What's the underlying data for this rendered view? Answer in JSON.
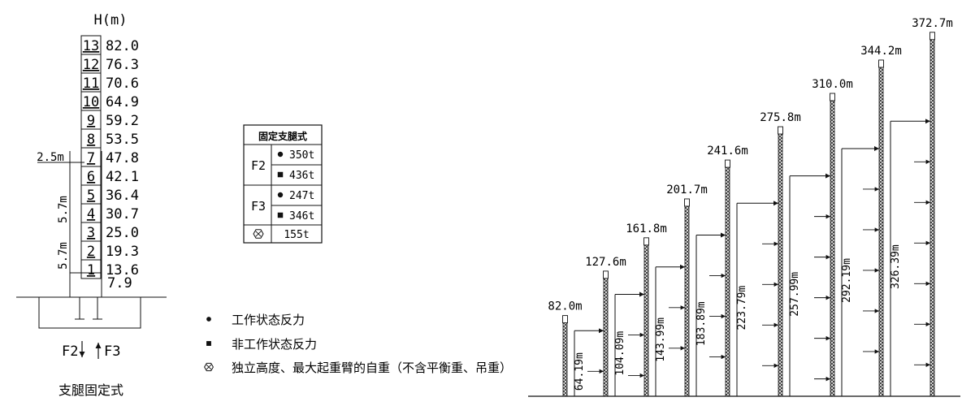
{
  "crane_column": {
    "header": "H(m)",
    "sections": [
      {
        "num": "13",
        "height": "82.0"
      },
      {
        "num": "12",
        "height": "76.3"
      },
      {
        "num": "11",
        "height": "70.6"
      },
      {
        "num": "10",
        "height": "64.9"
      },
      {
        "num": "9",
        "height": "59.2"
      },
      {
        "num": "8",
        "height": "53.5"
      },
      {
        "num": "7",
        "height": "47.8"
      },
      {
        "num": "6",
        "height": "42.1"
      },
      {
        "num": "5",
        "height": "36.4"
      },
      {
        "num": "4",
        "height": "30.7"
      },
      {
        "num": "3",
        "height": "25.0"
      },
      {
        "num": "2",
        "height": "19.3"
      },
      {
        "num": "1",
        "height": "13.6"
      }
    ],
    "base_height": "7.9",
    "dim_top": "2.5m",
    "dim_mid": "5.7m",
    "dim_bottom": "5.7m",
    "force_left": "F2",
    "force_right": "F3",
    "caption": "支腿固定式"
  },
  "load_table": {
    "title": "固定支腿式",
    "rows": [
      {
        "group": "F2",
        "marker": "circle",
        "value": "350t"
      },
      {
        "group": "F2",
        "marker": "square",
        "value": "436t"
      },
      {
        "group": "F3",
        "marker": "circle",
        "value": "247t"
      },
      {
        "group": "F3",
        "marker": "square",
        "value": "346t"
      },
      {
        "group": "",
        "marker": "hex",
        "value": "155t"
      }
    ],
    "group_labels": [
      "F2",
      "F3"
    ]
  },
  "legend": [
    {
      "marker": "circle",
      "text": "工作状态反力"
    },
    {
      "marker": "square",
      "text": "非工作状态反力"
    },
    {
      "marker": "hex",
      "text": "独立高度、最大起重臂的自重（不含平衡重、吊重）"
    }
  ],
  "towers": [
    {
      "top": "82.0m",
      "tie": "",
      "level": 82.0
    },
    {
      "top": "127.6m",
      "tie": "64.19m",
      "level": 127.6
    },
    {
      "top": "161.8m",
      "tie": "104.09m",
      "level": 161.8
    },
    {
      "top": "201.7m",
      "tie": "143.99m",
      "level": 201.7
    },
    {
      "top": "241.6m",
      "tie": "183.89m",
      "level": 241.6
    },
    {
      "top": "275.8m",
      "tie": "223.79m",
      "level": 275.8
    },
    {
      "top": "310.0m",
      "tie": "257.99m",
      "level": 310.0
    },
    {
      "top": "344.2m",
      "tie": "292.19m",
      "level": 344.2
    },
    {
      "top": "372.7m",
      "tie": "326.39m",
      "level": 372.7
    }
  ]
}
